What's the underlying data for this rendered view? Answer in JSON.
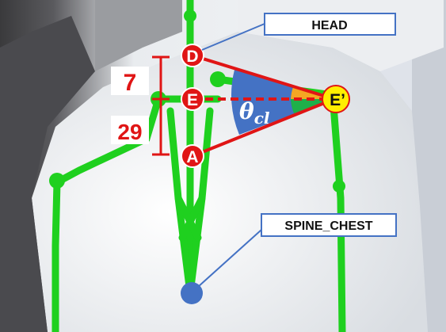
{
  "labels": {
    "head": "HEAD",
    "spine_chest": "SPINE_CHEST"
  },
  "points": {
    "d": "D",
    "e": "E",
    "a": "A",
    "e_prime": "E’"
  },
  "measurements": {
    "upper": "7",
    "lower": "29"
  },
  "angle": {
    "symbol": "θ",
    "subscript": "cl"
  },
  "colors": {
    "skeleton": "#1fd01f",
    "joint_red": "#e01515",
    "joint_yellow": "#ffee00",
    "joint_blue": "#4472c4",
    "angle_blue": "#4472c4",
    "angle_orange": "#f5a623",
    "angle_green": "#1fb04a",
    "callout_border": "#4472c4"
  }
}
